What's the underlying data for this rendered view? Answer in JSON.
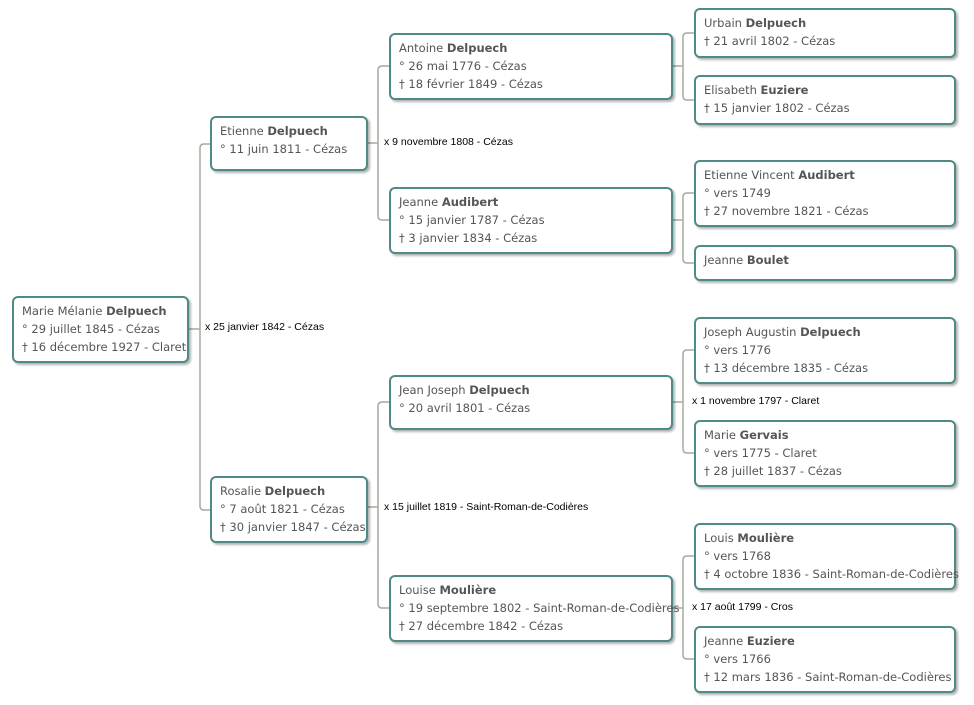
{
  "people": {
    "p1": {
      "given": "Marie Mélanie",
      "surname": "Delpuech",
      "lines": [
        "° 29 juillet 1845  - Cézas",
        "† 16 décembre 1927  - Claret"
      ]
    },
    "p2": {
      "given": "Etienne",
      "surname": "Delpuech",
      "lines": [
        "° 11 juin 1811  - Cézas"
      ]
    },
    "p3": {
      "given": "Rosalie",
      "surname": "Delpuech",
      "lines": [
        "° 7 août 1821  - Cézas",
        "† 30 janvier 1847  - Cézas"
      ]
    },
    "p4": {
      "given": "Antoine",
      "surname": "Delpuech",
      "lines": [
        "° 26 mai 1776  - Cézas",
        "† 18 février 1849  - Cézas"
      ]
    },
    "p5": {
      "given": "Jeanne",
      "surname": "Audibert",
      "lines": [
        "° 15 janvier 1787  - Cézas",
        "† 3 janvier 1834  - Cézas"
      ]
    },
    "p6": {
      "given": "Jean Joseph",
      "surname": "Delpuech",
      "lines": [
        "° 20 avril 1801  - Cézas"
      ]
    },
    "p7": {
      "given": "Louise",
      "surname": "Moulière",
      "lines": [
        "° 19 septembre 1802  - Saint-Roman-de-Codières",
        "† 27 décembre 1842  - Cézas"
      ]
    },
    "p8": {
      "given": "Urbain",
      "surname": "Delpuech",
      "lines": [
        "† 21 avril 1802  - Cézas"
      ]
    },
    "p9": {
      "given": "Elisabeth",
      "surname": "Euziere",
      "lines": [
        "† 15 janvier 1802  - Cézas"
      ]
    },
    "p10": {
      "given": "Etienne Vincent",
      "surname": "Audibert",
      "lines": [
        "° vers 1749",
        "† 27 novembre 1821  - Cézas"
      ]
    },
    "p11": {
      "given": "Jeanne",
      "surname": "Boulet",
      "lines": []
    },
    "p12": {
      "given": "Joseph Augustin",
      "surname": "Delpuech",
      "lines": [
        "° vers 1776",
        "† 13 décembre 1835  - Cézas"
      ]
    },
    "p13": {
      "given": "Marie",
      "surname": "Gervais",
      "lines": [
        "° vers 1775  - Claret",
        "† 28 juillet 1837  - Cézas"
      ]
    },
    "p14": {
      "given": "Louis",
      "surname": "Moulière",
      "lines": [
        "° vers 1768",
        "† 4 octobre 1836  - Saint-Roman-de-Codières"
      ]
    },
    "p15": {
      "given": "Jeanne",
      "surname": "Euziere",
      "lines": [
        "° vers 1766",
        "† 12 mars 1836  - Saint-Roman-de-Codières"
      ]
    }
  },
  "marriages": {
    "m1": "x 25 janvier 1842 - Cézas",
    "m2": "x 9 novembre 1808 - Cézas",
    "m3": "x 15 juillet 1819 - Saint-Roman-de-Codières",
    "m4": "x 1 novembre 1797 - Claret",
    "m5": "x 17 août 1799 - Cros"
  },
  "colors": {
    "box_border": "#4e8a86",
    "connector": "#a9a99e",
    "person_text": "#555555",
    "marriage_text": "#000000"
  }
}
